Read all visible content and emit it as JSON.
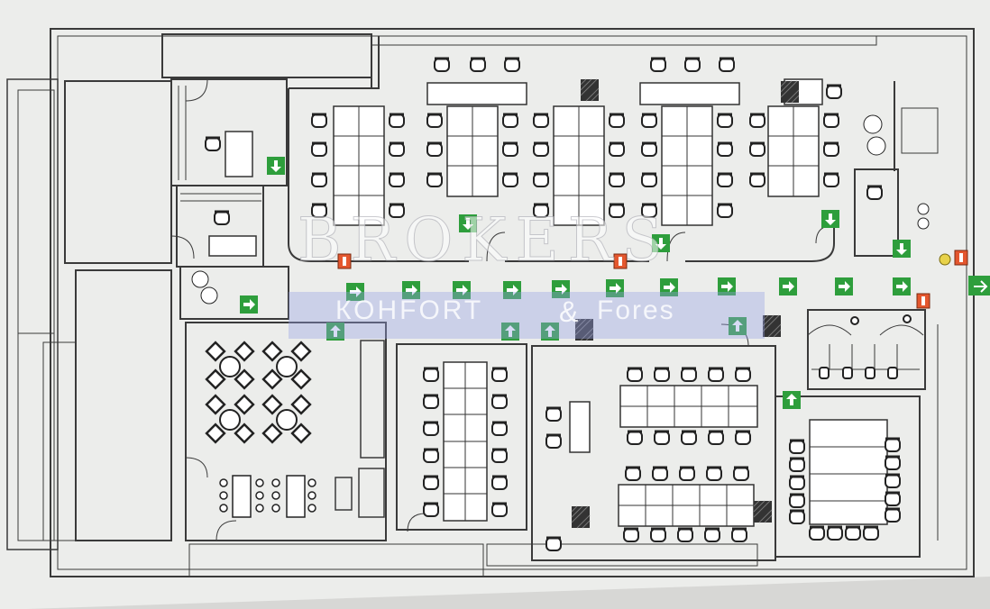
{
  "watermark": {
    "top": "BROKERS",
    "left": "КОНFORT",
    "amp": "&",
    "right": "Fores"
  },
  "colors": {
    "paper": "#ecedeb",
    "wall": "#3a3a3a",
    "exit_sign": "#2e9e3c",
    "fire_box": "#e4572e"
  },
  "icons": [
    "exit-arrow-right-icon",
    "exit-arrow-down-icon",
    "exit-arrow-up-icon",
    "fire-extinguisher-icon",
    "chair-icon",
    "desk-icon"
  ]
}
